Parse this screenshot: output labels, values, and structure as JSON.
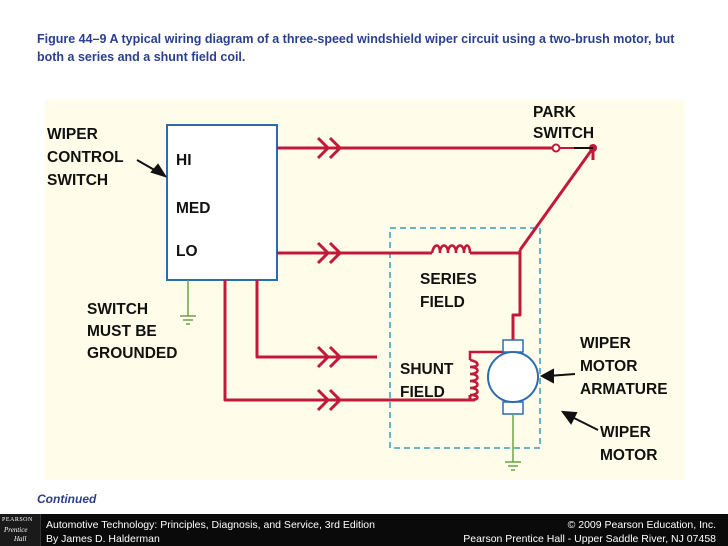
{
  "caption": "Figure 44–9  A typical wiring diagram of a three-speed windshield wiper circuit using a two-brush motor, but both a series and a shunt field coil.",
  "labels": {
    "wiper_control_switch": [
      "WIPER",
      "CONTROL",
      "SWITCH"
    ],
    "hi": "HI",
    "med": "MED",
    "lo": "LO",
    "switch_grounded": [
      "SWITCH",
      "MUST BE",
      "GROUNDED"
    ],
    "park_switch": [
      "PARK",
      "SWITCH"
    ],
    "series_field": [
      "SERIES",
      "FIELD"
    ],
    "shunt_field": [
      "SHUNT",
      "FIELD"
    ],
    "wiper_motor_armature": [
      "WIPER",
      "MOTOR",
      "ARMATURE"
    ],
    "wiper_motor": [
      "WIPER",
      "MOTOR"
    ]
  },
  "continued": "Continued",
  "footer": {
    "left_line1": "Automotive Technology: Principles, Diagnosis, and Service, 3rd Edition",
    "left_line2": "By James D. Halderman",
    "right_line1": "© 2009 Pearson Education, Inc.",
    "right_line2": "Pearson Prentice Hall - Upper Saddle River, NJ 07458"
  },
  "logo": {
    "line1": "PEARSON",
    "line2": "Prentice",
    "line3": "Hall"
  },
  "colors": {
    "wire": "#c2183a",
    "ground": "#6aa24a",
    "box": "#2b6cb0",
    "dashed": "#3a9bb5",
    "caption": "#2a3f8f"
  }
}
